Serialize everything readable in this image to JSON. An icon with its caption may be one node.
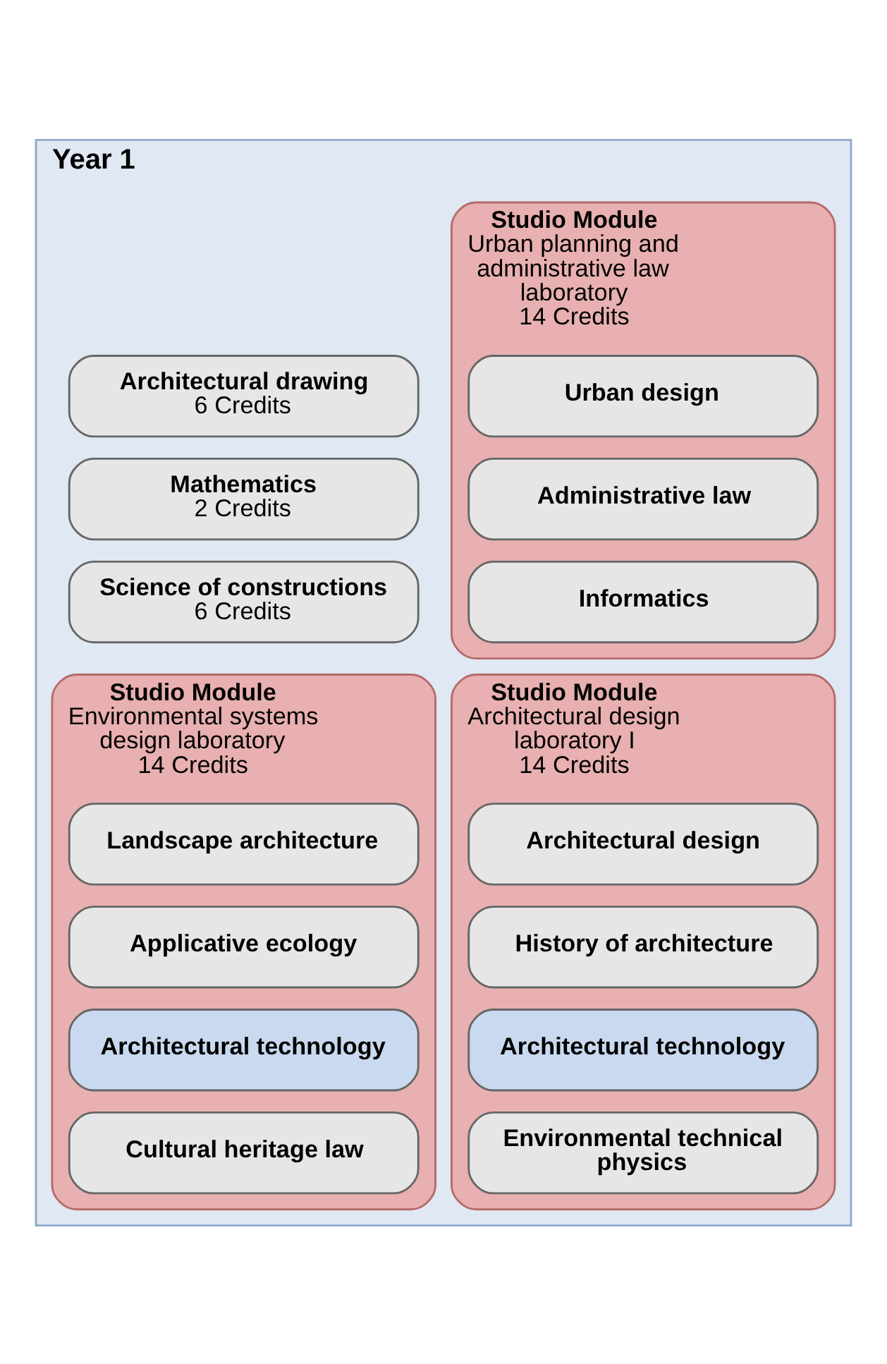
{
  "diagram": {
    "nodes": [
      {
        "text": [
          "Year 1"
        ]
      },
      {
        "text": [
          "Architectural drawing",
          "6 Credits"
        ],
        "in": 0
      },
      {
        "text": [
          "Mathematics",
          "2 Credits"
        ],
        "in": 0
      },
      {
        "text": [
          "Science of constructions",
          "6 Credits"
        ],
        "in": 0
      },
      {
        "text": [
          "Studio Module",
          "Urban planning and administrative law laboratory",
          "14 Credits"
        ],
        "in": 0
      },
      {
        "text": [
          "Urban design"
        ],
        "in": 4
      },
      {
        "text": [
          "Administrative law"
        ],
        "in": 4
      },
      {
        "text": [
          "Informatics"
        ],
        "in": 4
      },
      {
        "text": [
          "Studio Module",
          "Environmental systems design laboratory",
          "14 Credits"
        ],
        "in": 0
      },
      {
        "text": [
          "Landscape architecture"
        ],
        "in": 8
      },
      {
        "text": [
          "Applicative ecology"
        ],
        "in": 8
      },
      {
        "text": [
          "Architectural technology"
        ],
        "in": 8
      },
      {
        "text": [
          "Cultural heritage law"
        ],
        "in": 8
      },
      {
        "text": [
          "Studio Module",
          "Architectural design laboratory I",
          "14 Credits"
        ],
        "in": 0
      },
      {
        "text": [
          "Architectural design"
        ],
        "in": 13
      },
      {
        "text": [
          "History of architecture"
        ],
        "in": 13
      },
      {
        "text": [
          "Architectural technology"
        ],
        "in": 13
      },
      {
        "text": [
          "Environmental technical physics"
        ],
        "in": 13
      }
    ],
    "edges": []
  }
}
